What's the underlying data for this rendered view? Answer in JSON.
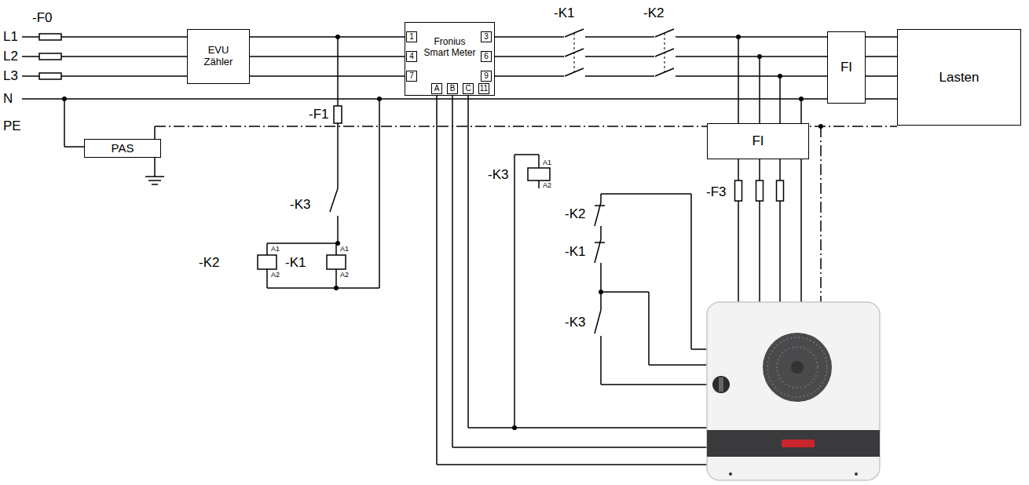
{
  "diagram": {
    "nodes": [
      {
        "text": [
          "EVU Zähler"
        ]
      },
      {
        "text": [
          "Fronius Smart Meter"
        ]
      },
      {
        "text": [
          "FI"
        ]
      },
      {
        "text": [
          "Lasten"
        ]
      },
      {
        "text": [
          "PAS"
        ]
      },
      {
        "text": [
          "FI"
        ]
      }
    ],
    "edges": [
      {
        "from": 0,
        "to": 1,
        "arrow": "none"
      },
      {
        "from": 2,
        "to": 3,
        "arrow": "none"
      }
    ],
    "labels": [
      "L1",
      "L2",
      "L3",
      "N",
      "PE",
      "-F0",
      "-F1",
      "-K3",
      "-K2",
      "A1",
      "A2",
      "-K1",
      "A1",
      "A2",
      "-K1",
      "-K2",
      "1",
      "4",
      "7",
      "3",
      "6",
      "9",
      "A",
      "B",
      "C",
      "11",
      "-K3",
      "A1",
      "A2",
      "-K2",
      "-K1",
      "-K3",
      "-F3"
    ]
  }
}
